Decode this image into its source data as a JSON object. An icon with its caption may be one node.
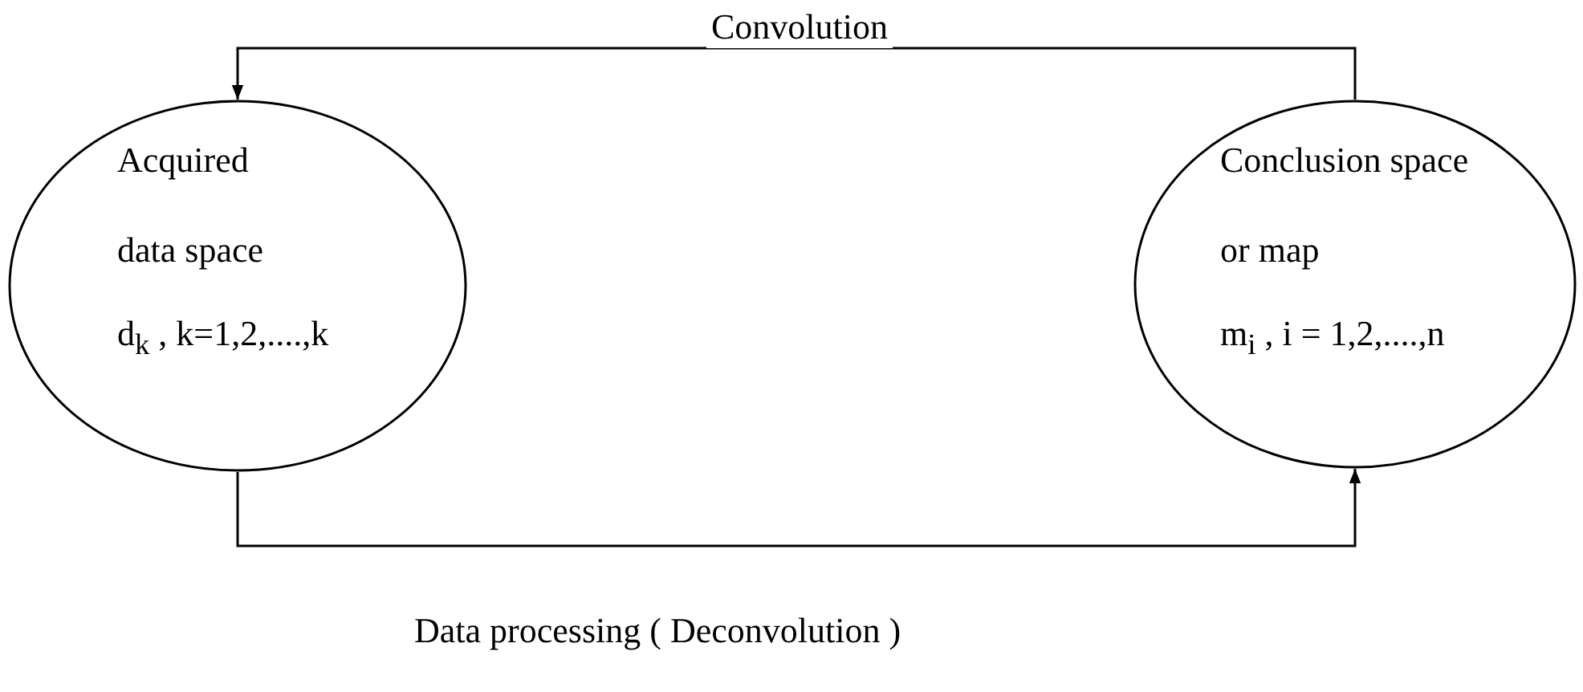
{
  "diagram": {
    "nodes": [
      {
        "text": [
          "Acquired",
          "data space",
          "d$_{k}$ , k=1,2,....,k"
        ]
      },
      {
        "text": [
          "Conclusion space",
          "or map",
          "m$_{i}$ , i = 1,2,....,n"
        ]
      }
    ],
    "edges": [
      {
        "from": 1,
        "to": 0,
        "arrow": "to",
        "label": "Convolution"
      },
      {
        "from": 0,
        "to": 1,
        "arrow": "to",
        "label": "Data processing ( Deconvolution )"
      }
    ]
  }
}
